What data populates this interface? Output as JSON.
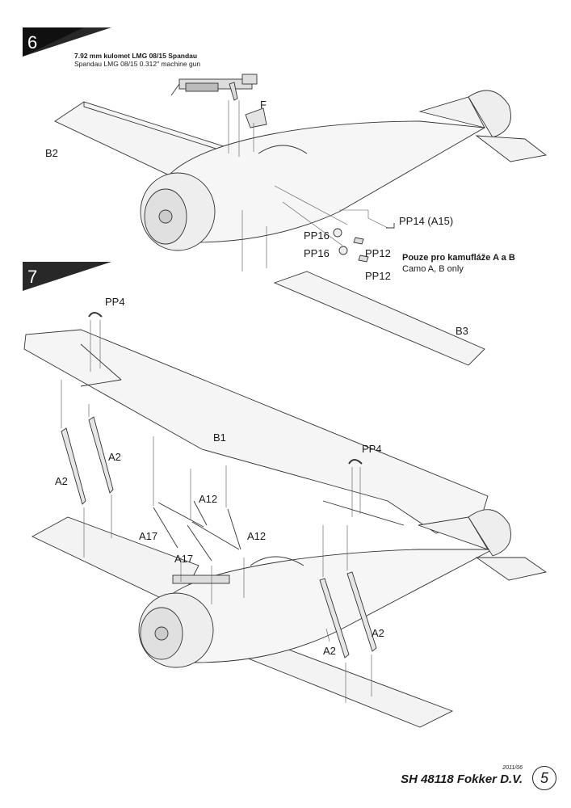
{
  "steps": {
    "step6": {
      "number": "6"
    },
    "step7": {
      "number": "7"
    }
  },
  "caption": {
    "line1": "7.92 mm kulomet  LMG 08/15 Spandau",
    "line2": "Spandau LMG 08/15  0.312\" machine gun"
  },
  "labels": {
    "f": "F",
    "b2": "B2",
    "pp14": "PP14 (A15)",
    "pp16_a": "PP16",
    "pp16_b": "PP16",
    "pp12_a": "PP12",
    "pp12_b": "PP12",
    "b3": "B3",
    "pp4_left": "PP4",
    "pp4_right": "PP4",
    "b1": "B1",
    "a2_1": "A2",
    "a2_2": "A2",
    "a2_3": "A2",
    "a2_4": "A2",
    "a12_1": "A12",
    "a12_2": "A12",
    "a17_1": "A17",
    "a17_2": "A17"
  },
  "note": {
    "czech": "Pouze pro kamufláže A a B",
    "english": "Camo A, B only"
  },
  "footer": {
    "date": "2011/06",
    "title": "SH 48118  Fokker D.V.",
    "page": "5"
  }
}
